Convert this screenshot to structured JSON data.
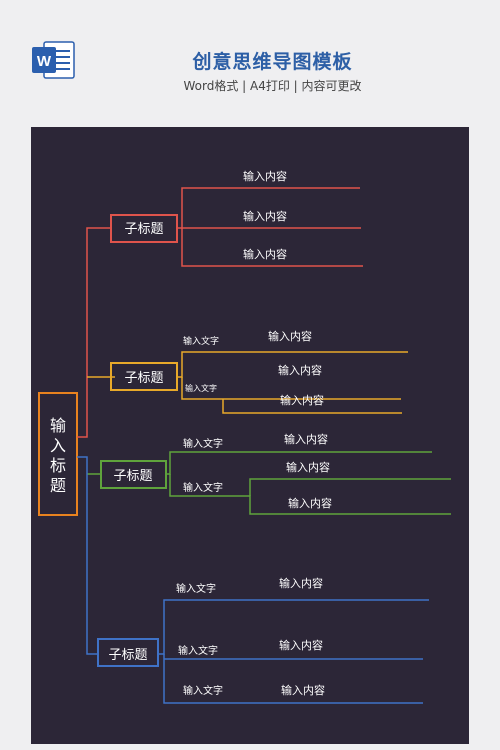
{
  "header": {
    "title": "创意思维导图模板",
    "subtitle": "Word格式 | A4打印 | 内容可更改",
    "word_icon_letter": "W"
  },
  "mindmap": {
    "root": "输入标题",
    "root_color": "#e8821f",
    "branches": [
      {
        "label": "子标题",
        "color": "#e0544c",
        "items": [
          "输入内容",
          "输入内容",
          "输入内容"
        ]
      },
      {
        "label": "子标题",
        "color": "#e8a92a",
        "notes": [
          "输入文字",
          "输入文字"
        ],
        "items": [
          "输入内容",
          "输入内容",
          "输入内容"
        ]
      },
      {
        "label": "子标题",
        "color": "#5fa33c",
        "notes": [
          "输入文字",
          "输入文字"
        ],
        "items": [
          "输入内容",
          "输入内容",
          "输入内容"
        ]
      },
      {
        "label": "子标题",
        "color": "#3f72c7",
        "notes": [
          "输入文字",
          "输入文字",
          "输入文字"
        ],
        "items": [
          "输入内容",
          "输入内容",
          "输入内容"
        ]
      }
    ]
  }
}
